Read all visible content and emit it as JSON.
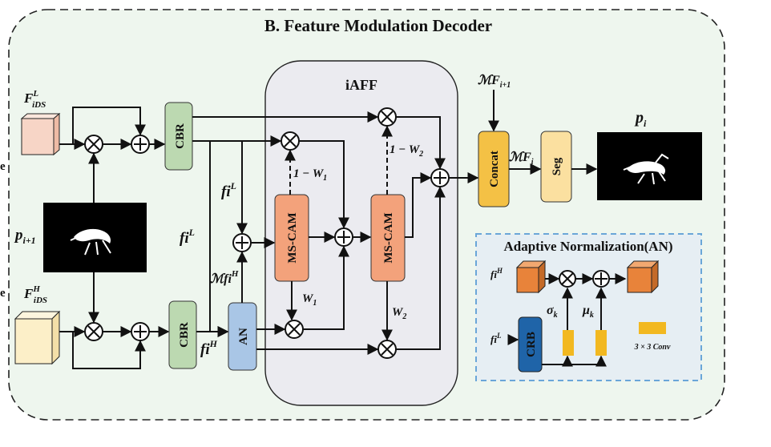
{
  "title": "B. Feature Modulation Decoder",
  "iaff": {
    "label": "iAFF"
  },
  "inputs": {
    "f_low": {
      "base": "F",
      "sup": "L",
      "sub": "iDS"
    },
    "f_high": {
      "base": "F",
      "sup": "H",
      "sub": "iDS"
    },
    "p_prev": {
      "base": "p",
      "sub": "i+1"
    }
  },
  "blocks": {
    "cbr_top": "CBR",
    "cbr_bottom": "CBR",
    "an": "AN",
    "mscam1": "MS-CAM",
    "mscam2": "MS-CAM",
    "concat": "Concat",
    "seg": "Seg"
  },
  "labels": {
    "fi_L_top": {
      "base": "fi",
      "sup": "L"
    },
    "fi_L_left": {
      "base": "fi",
      "sup": "L"
    },
    "fi_H_bottom": {
      "base": "fi",
      "sup": "H"
    },
    "mfi_H": {
      "base": "ℳfi",
      "sup": "H"
    },
    "one_minus_w1": {
      "base": "1 − W",
      "sub": "1"
    },
    "one_minus_w2": {
      "base": "1 − W",
      "sub": "2"
    },
    "w1": {
      "base": "W",
      "sub": "1"
    },
    "w2": {
      "base": "W",
      "sub": "2"
    },
    "mf_next": {
      "base": "ℳF",
      "sub": "i+1"
    },
    "mf_i": {
      "base": "ℳF",
      "sub": "i"
    },
    "p_i": {
      "base": "p",
      "sub": "i"
    },
    "edge_e_top": "e",
    "edge_e_bottom": "e"
  },
  "an_panel": {
    "title": "Adaptive Normalization(AN)",
    "fi_h": {
      "base": "fi",
      "sup": "H"
    },
    "fi_l": {
      "base": "fi",
      "sup": "L"
    },
    "crb": "CRB",
    "sigma": {
      "base": "σ",
      "sub": "k"
    },
    "mu": {
      "base": "μ",
      "sub": "k"
    },
    "conv_legend": "3 × 3 Conv"
  },
  "colors": {
    "outer_bg": "#eef6ee",
    "iaff_bg": "#ebebf0",
    "cbr": "#bcd9b1",
    "an_block": "#a9c6e6",
    "mscam": "#f3a27b",
    "concat": "#f4c145",
    "seg": "#fbe0a0",
    "cube_low": "#f7d5c6",
    "cube_high": "#fcefc8",
    "orange_cube": "#e8833a",
    "crb": "#1f64a8",
    "conv": "#f2b820",
    "panel_border": "#6aa6d8"
  }
}
